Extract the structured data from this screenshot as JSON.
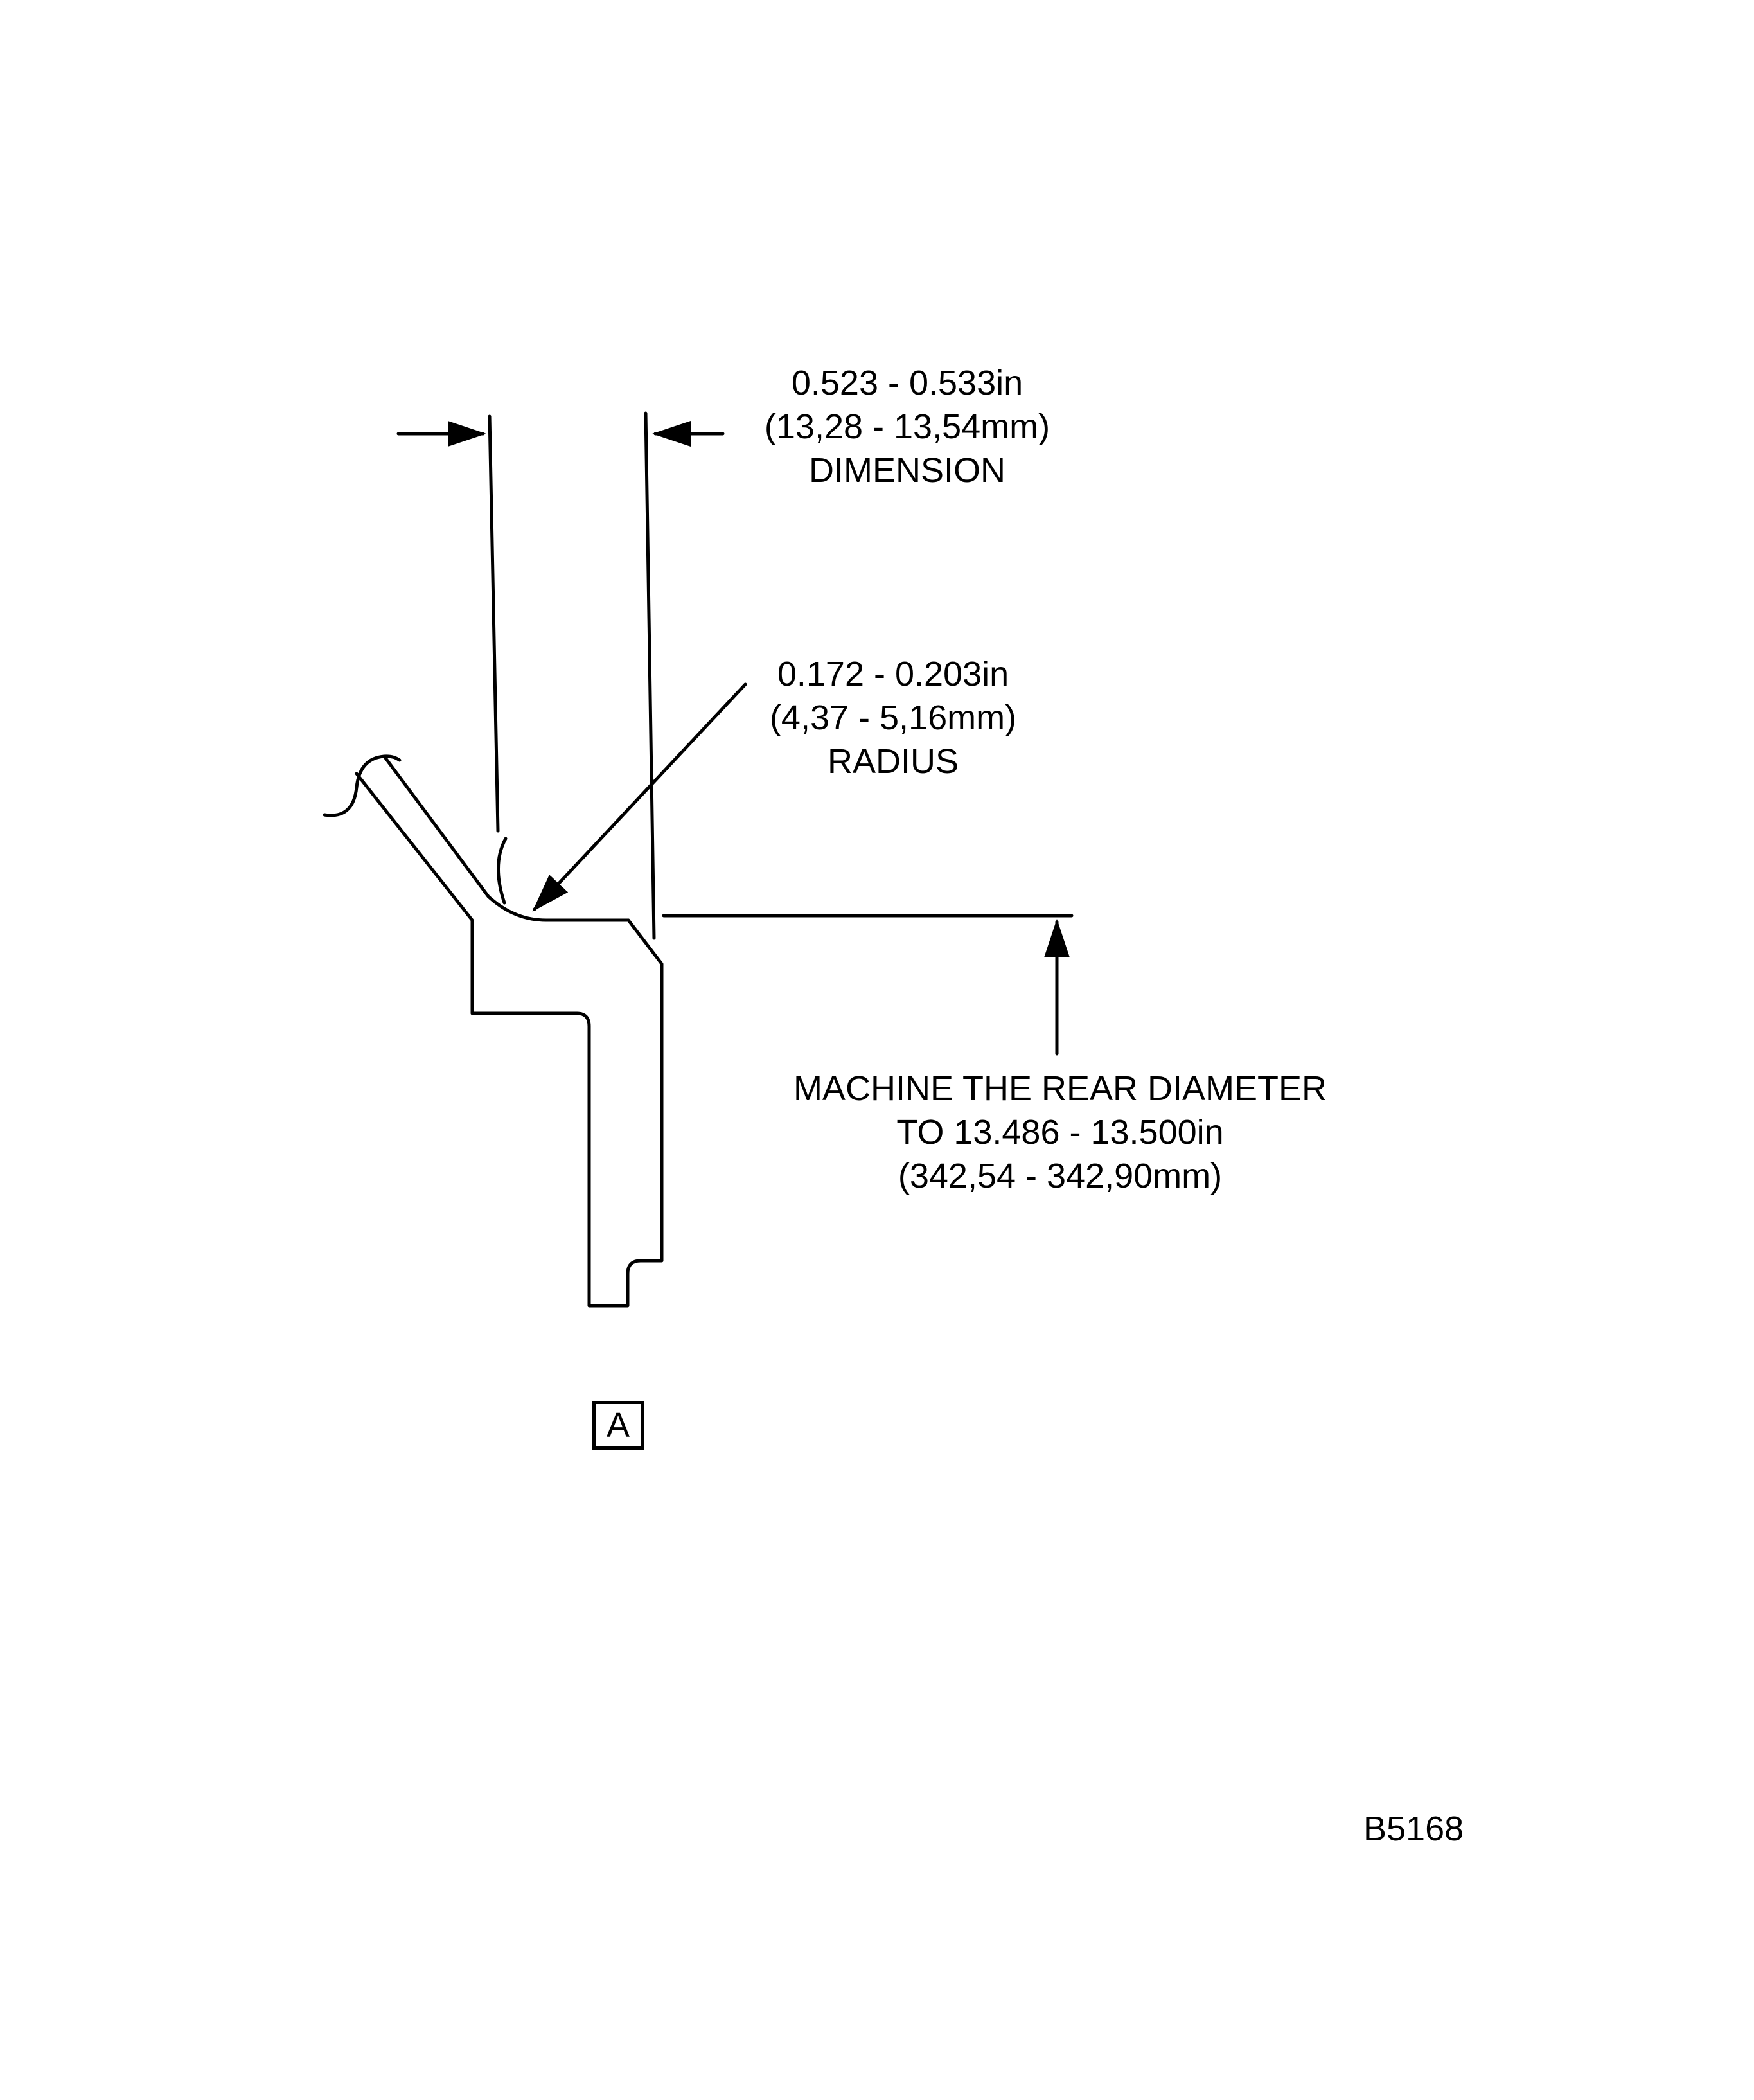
{
  "dimension_callout": {
    "line1": "0.523 - 0.533in",
    "line2": "(13,28 - 13,54mm)",
    "line3": "DIMENSION"
  },
  "radius_callout": {
    "line1": "0.172 - 0.203in",
    "line2": "(4,37 - 5,16mm)",
    "line3": "RADIUS"
  },
  "machine_callout": {
    "line1": "MACHINE THE REAR DIAMETER",
    "line2": "TO 13.486 - 13.500in",
    "line3": "(342,54 - 342,90mm)"
  },
  "view_label": "A",
  "figure_id": "B5168"
}
